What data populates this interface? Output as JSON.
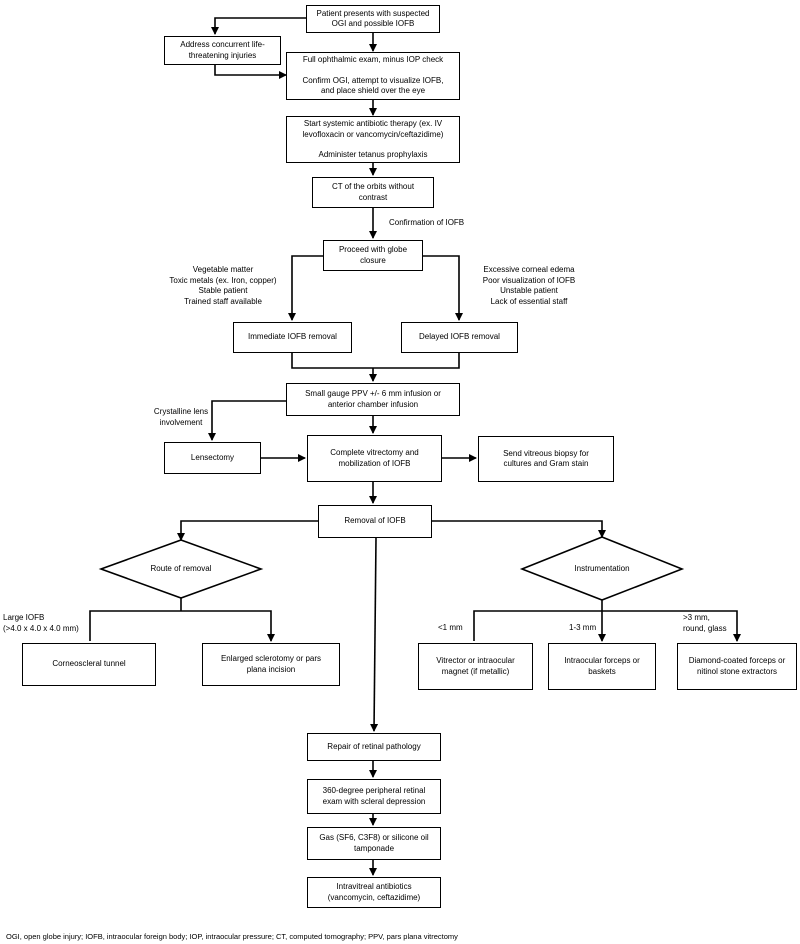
{
  "nodes": {
    "patient_presents": [
      "Patient presents with suspected",
      "OGI and possible IOFB"
    ],
    "address_injuries": [
      "Address concurrent life-",
      "threatening injuries"
    ],
    "exam": {
      "line1": "Full ophthalmic exam, minus IOP check",
      "line2": "Confirm OGI, attempt to visualize IOFB,",
      "line3": "and place shield over the eye"
    },
    "antibiotics": {
      "line1": "Start systemic antibiotic therapy (ex. IV",
      "line2": "levofloxacin or vancomycin/ceftazidime)",
      "line3": "Administer tetanus prophylaxis"
    },
    "ct": [
      "CT of the orbits without",
      "contrast"
    ],
    "globe_closure": [
      "Proceed with globe",
      "closure"
    ],
    "immediate_removal": "Immediate IOFB removal",
    "delayed_removal": "Delayed IOFB removal",
    "ppv": [
      "Small gauge PPV +/- 6 mm infusion or",
      "anterior chamber infusion"
    ],
    "lensectomy": "Lensectomy",
    "vitrectomy": [
      "Complete vitrectomy and",
      "mobilization of IOFB"
    ],
    "biopsy": [
      "Send vitreous biopsy for",
      "cultures and Gram stain"
    ],
    "removal": "Removal of IOFB",
    "route_decision": "Route of removal",
    "instrumentation_decision": "Instrumentation",
    "corneoscleral": "Corneoscleral tunnel",
    "sclerotomy": [
      "Enlarged sclerotomy or pars",
      "plana incision"
    ],
    "vitrector": [
      "Vitrector or intraocular",
      "magnet (if metallic)"
    ],
    "forceps": [
      "Intraocular forceps or",
      "baskets"
    ],
    "diamond": [
      "Diamond-coated forceps or",
      "nitinol stone extractors"
    ],
    "retinal_repair": "Repair of retinal pathology",
    "peripheral_exam": [
      "360-degree peripheral retinal",
      "exam with scleral depression"
    ],
    "tamponade": [
      "Gas (SF6, C3F8) or silicone oil",
      "tamponade"
    ],
    "intravitreal": [
      "Intravitreal antibiotics",
      "(vancomycin, ceftazidime)"
    ]
  },
  "labels": {
    "confirmation": "Confirmation of IOFB",
    "immediate_criteria": [
      "Vegetable matter",
      "Toxic metals (ex. Iron, copper)",
      "Stable patient",
      "Trained staff available"
    ],
    "delayed_criteria": [
      "Excessive corneal edema",
      "Poor visualization of IOFB",
      "Unstable patient",
      "Lack of essential staff"
    ],
    "lens_involvement": [
      "Crystalline lens",
      "involvement"
    ],
    "large_iofb": [
      "Large IOFB",
      "(>4.0 x 4.0 x 4.0 mm)"
    ],
    "lt1mm": "<1 mm",
    "mm1to3": "1-3 mm",
    "gt3mm": [
      ">3 mm,",
      "round, glass"
    ]
  },
  "footnote": "OGI, open globe injury; IOFB, intraocular foreign body; IOP, intraocular pressure; CT, computed tomography; PPV, pars plana vitrectomy"
}
